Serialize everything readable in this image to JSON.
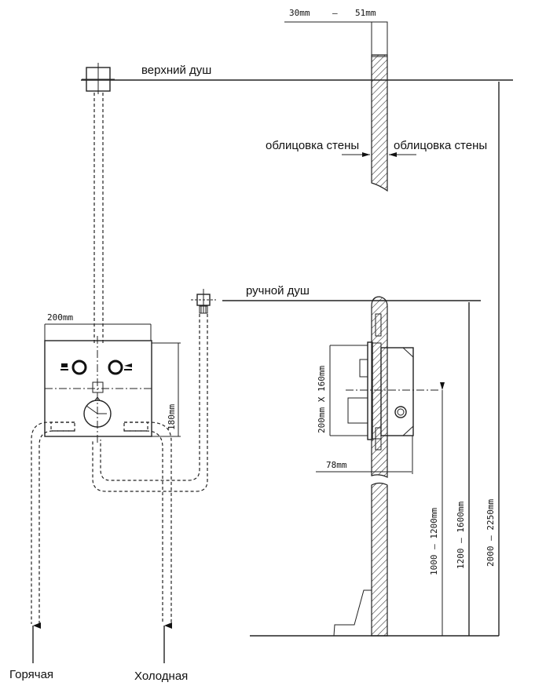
{
  "labels": {
    "top_shower": "верхний душ",
    "hand_shower": "ручной душ",
    "wall_cladding_left": "облицовка стены",
    "wall_cladding_right": "облицовка стены",
    "hot": "Горячая",
    "cold": "Холодная"
  },
  "dimensions": {
    "wall_thickness_min": "30mm",
    "wall_thickness_sep": "—",
    "wall_thickness_max": "51mm",
    "box_width": "200mm",
    "box_height": "180mm",
    "side_size": "200mm  X  160mm",
    "depth": "78mm",
    "height_mixer": "1000 — 1200mm",
    "height_hand_shower": "1200 — 1600mm",
    "height_top_shower": "2000 — 2250mm"
  }
}
